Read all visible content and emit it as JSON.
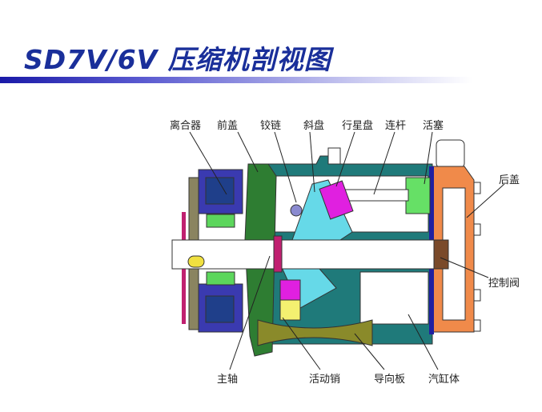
{
  "title": "SD7V/6V 压缩机剖视图",
  "labels": {
    "clutch": "离合器",
    "front_cover": "前盖",
    "hinge": "铰链",
    "swash_plate": "斜盘",
    "planet_plate": "行星盘",
    "connecting_rod": "连杆",
    "piston": "活塞",
    "rear_cover": "后盖",
    "control_valve": "控制阀",
    "main_shaft": "主轴",
    "movable_pin": "活动销",
    "guide_plate": "导向板",
    "cylinder_block": "汽缸体"
  }
}
